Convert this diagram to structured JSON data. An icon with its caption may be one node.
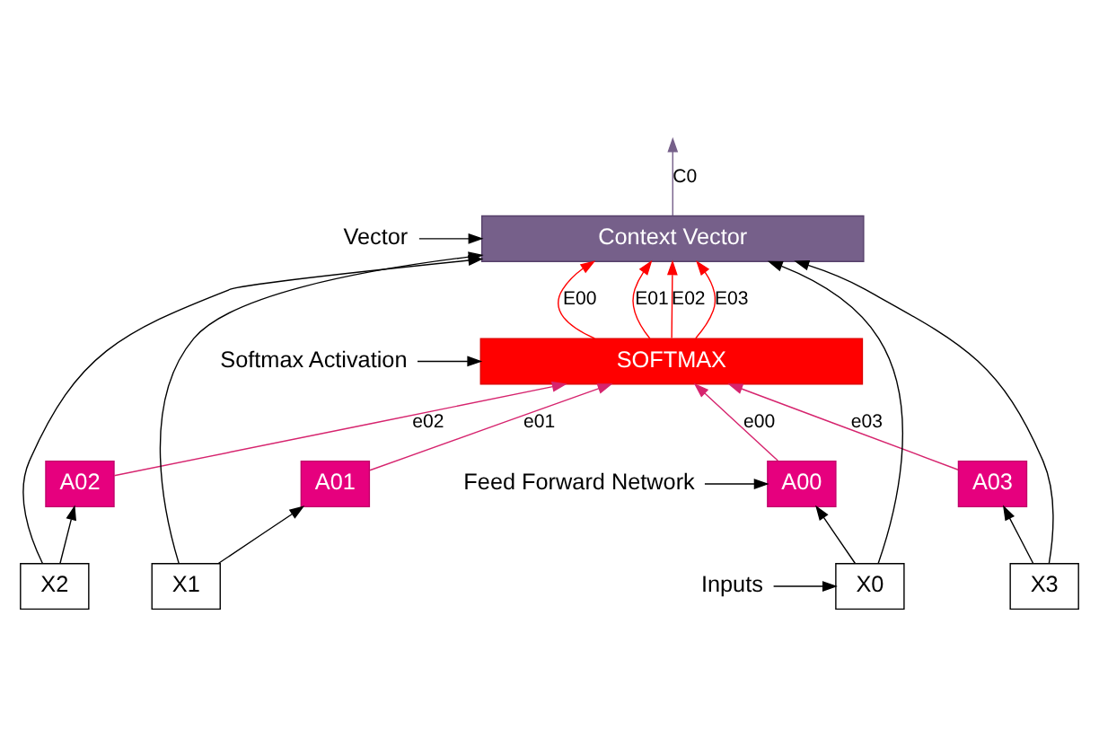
{
  "diagram": {
    "nodes": [
      {
        "text": [
          "Vector"
        ]
      },
      {
        "text": [
          "Context Vector"
        ]
      },
      {
        "text": [
          "Softmax Activation"
        ]
      },
      {
        "text": [
          "SOFTMAX"
        ]
      },
      {
        "text": [
          "Feed Forward Network"
        ]
      },
      {
        "text": [
          "A00"
        ]
      },
      {
        "text": [
          "A01"
        ]
      },
      {
        "text": [
          "A02"
        ]
      },
      {
        "text": [
          "A03"
        ]
      },
      {
        "text": [
          "Inputs"
        ]
      },
      {
        "text": [
          "X0"
        ]
      },
      {
        "text": [
          "X1"
        ]
      },
      {
        "text": [
          "X2"
        ]
      },
      {
        "text": [
          "X3"
        ]
      }
    ],
    "edges": [
      {
        "from": 0,
        "to": 1,
        "arrow": "to"
      },
      {
        "from": 2,
        "to": 3,
        "arrow": "to"
      },
      {
        "from": 4,
        "to": 5,
        "arrow": "to"
      },
      {
        "from": 9,
        "to": 10,
        "arrow": "to"
      },
      {
        "from": 1,
        "to": null,
        "arrow": "to",
        "label": "C0",
        "color": "#76608a"
      },
      {
        "from": 3,
        "to": 1,
        "arrow": "to",
        "label": "E00",
        "color": "#ff0000"
      },
      {
        "from": 3,
        "to": 1,
        "arrow": "to",
        "label": "E01",
        "color": "#ff0000"
      },
      {
        "from": 3,
        "to": 1,
        "arrow": "to",
        "label": "E02",
        "color": "#ff0000"
      },
      {
        "from": 3,
        "to": 1,
        "arrow": "to",
        "label": "E03",
        "color": "#ff0000"
      },
      {
        "from": 10,
        "to": 1,
        "arrow": "to"
      },
      {
        "from": 11,
        "to": 1,
        "arrow": "to"
      },
      {
        "from": 12,
        "to": 1,
        "arrow": "to"
      },
      {
        "from": 13,
        "to": 1,
        "arrow": "to"
      },
      {
        "from": 5,
        "to": 3,
        "arrow": "to",
        "label": "e00",
        "color": "#d6246e"
      },
      {
        "from": 6,
        "to": 3,
        "arrow": "to",
        "label": "e01",
        "color": "#d6246e"
      },
      {
        "from": 7,
        "to": 3,
        "arrow": "to",
        "label": "e02",
        "color": "#d6246e"
      },
      {
        "from": 8,
        "to": 3,
        "arrow": "to",
        "label": "e03",
        "color": "#d6246e"
      },
      {
        "from": 10,
        "to": 5,
        "arrow": "to"
      },
      {
        "from": 11,
        "to": 6,
        "arrow": "to"
      },
      {
        "from": 12,
        "to": 7,
        "arrow": "to"
      },
      {
        "from": 13,
        "to": 8,
        "arrow": "to"
      }
    ]
  }
}
